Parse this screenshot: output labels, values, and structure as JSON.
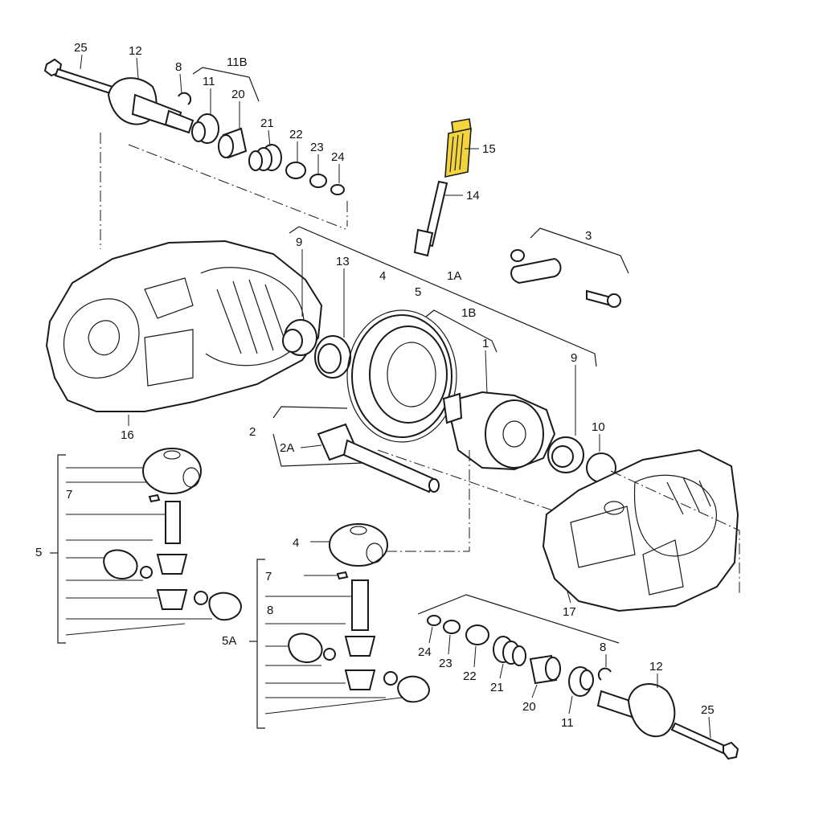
{
  "callouts": {
    "c25a": "25",
    "c12a": "12",
    "c8a": "8",
    "c11Ba": "11B",
    "c11a": "11",
    "c20a": "20",
    "c21a": "21",
    "c22a": "22",
    "c23a": "23",
    "c24a": "24",
    "c15": "15",
    "c14": "14",
    "c3": "3",
    "c9a": "9",
    "c13": "13",
    "c4a": "4",
    "c5a": "5",
    "c1A": "1A",
    "c1B": "1B",
    "c1": "1",
    "c9b": "9",
    "c10": "10",
    "c16": "16",
    "c2": "2",
    "c2A": "2A",
    "c7a": "7",
    "c5b": "5",
    "c4b": "4",
    "c7b": "7",
    "c8b": "8",
    "c5A": "5A",
    "c17": "17",
    "c24b": "24",
    "c23b": "23",
    "c22b": "22",
    "c21b": "21",
    "c20b": "20",
    "c11b": "11",
    "c8c": "8",
    "c12b": "12",
    "c25b": "25"
  },
  "colors": {
    "highlight": "#f2d43c",
    "line": "#1a1a1a",
    "background": "#ffffff"
  },
  "highlighted_part": "15"
}
